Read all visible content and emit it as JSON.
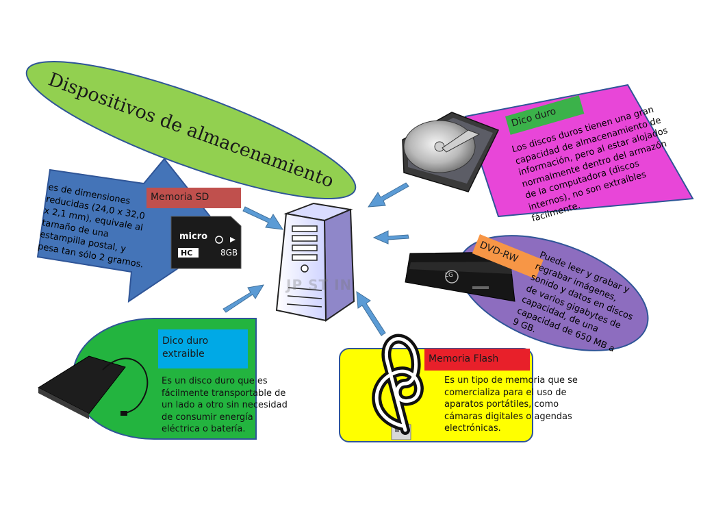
{
  "title": "Dispositivos de almacenamiento",
  "nodes": {
    "sd": {
      "label": "Memoria SD",
      "text": "es de dimensiones reducidas (24,0 x 32,0 x 2,1 mm), equivale al tamaño de una estampilla postal, y pesa tan sólo 2 gramos.",
      "card_brand": "micro",
      "card_type": "HC",
      "card_size": "8GB",
      "fill": "#4474b8",
      "label_fill": "#c0504d"
    },
    "hdd": {
      "label": "Dico duro",
      "text": "Los discos duros tienen una gran capacidad de almacenamiento de información, pero al estar alojados normalmente dentro del armazón de la computadora (discos internos), no son extraíbles fácilmente.",
      "fill": "#e846d8",
      "label_fill": "#3bb24a"
    },
    "dvd": {
      "label": "DVD-RW",
      "text": "Puede leer y grabar y regrabar imágenes, sonido y datos en discos de varios gigabytes de capacidad, de una capacidad de 650 MB a 9 GB.",
      "drive_brand": "LG",
      "fill": "#8d6dbf",
      "label_fill": "#f79646"
    },
    "external": {
      "label_line1": "Dico duro",
      "label_line2": "extraible",
      "text": "Es un disco duro que es fácilmente transportable de un lado a otro sin necesidad de consumir energía eléctrica o batería.",
      "fill": "#23b43f",
      "label_fill": "#00a9e6"
    },
    "flash": {
      "label": "Memoria Flash",
      "text": "Es un tipo de memoria que se comercializa para el uso de aparatos portátiles, como cámaras digitales o agendas electrónicas.",
      "fill": "#ffff00",
      "label_fill": "#e8202a"
    }
  },
  "center": {
    "icon": "computer-tower-icon",
    "watermark": "JP ST IN"
  },
  "colors": {
    "title_oval": "#92d050",
    "arrow": "#5b9bd5"
  }
}
